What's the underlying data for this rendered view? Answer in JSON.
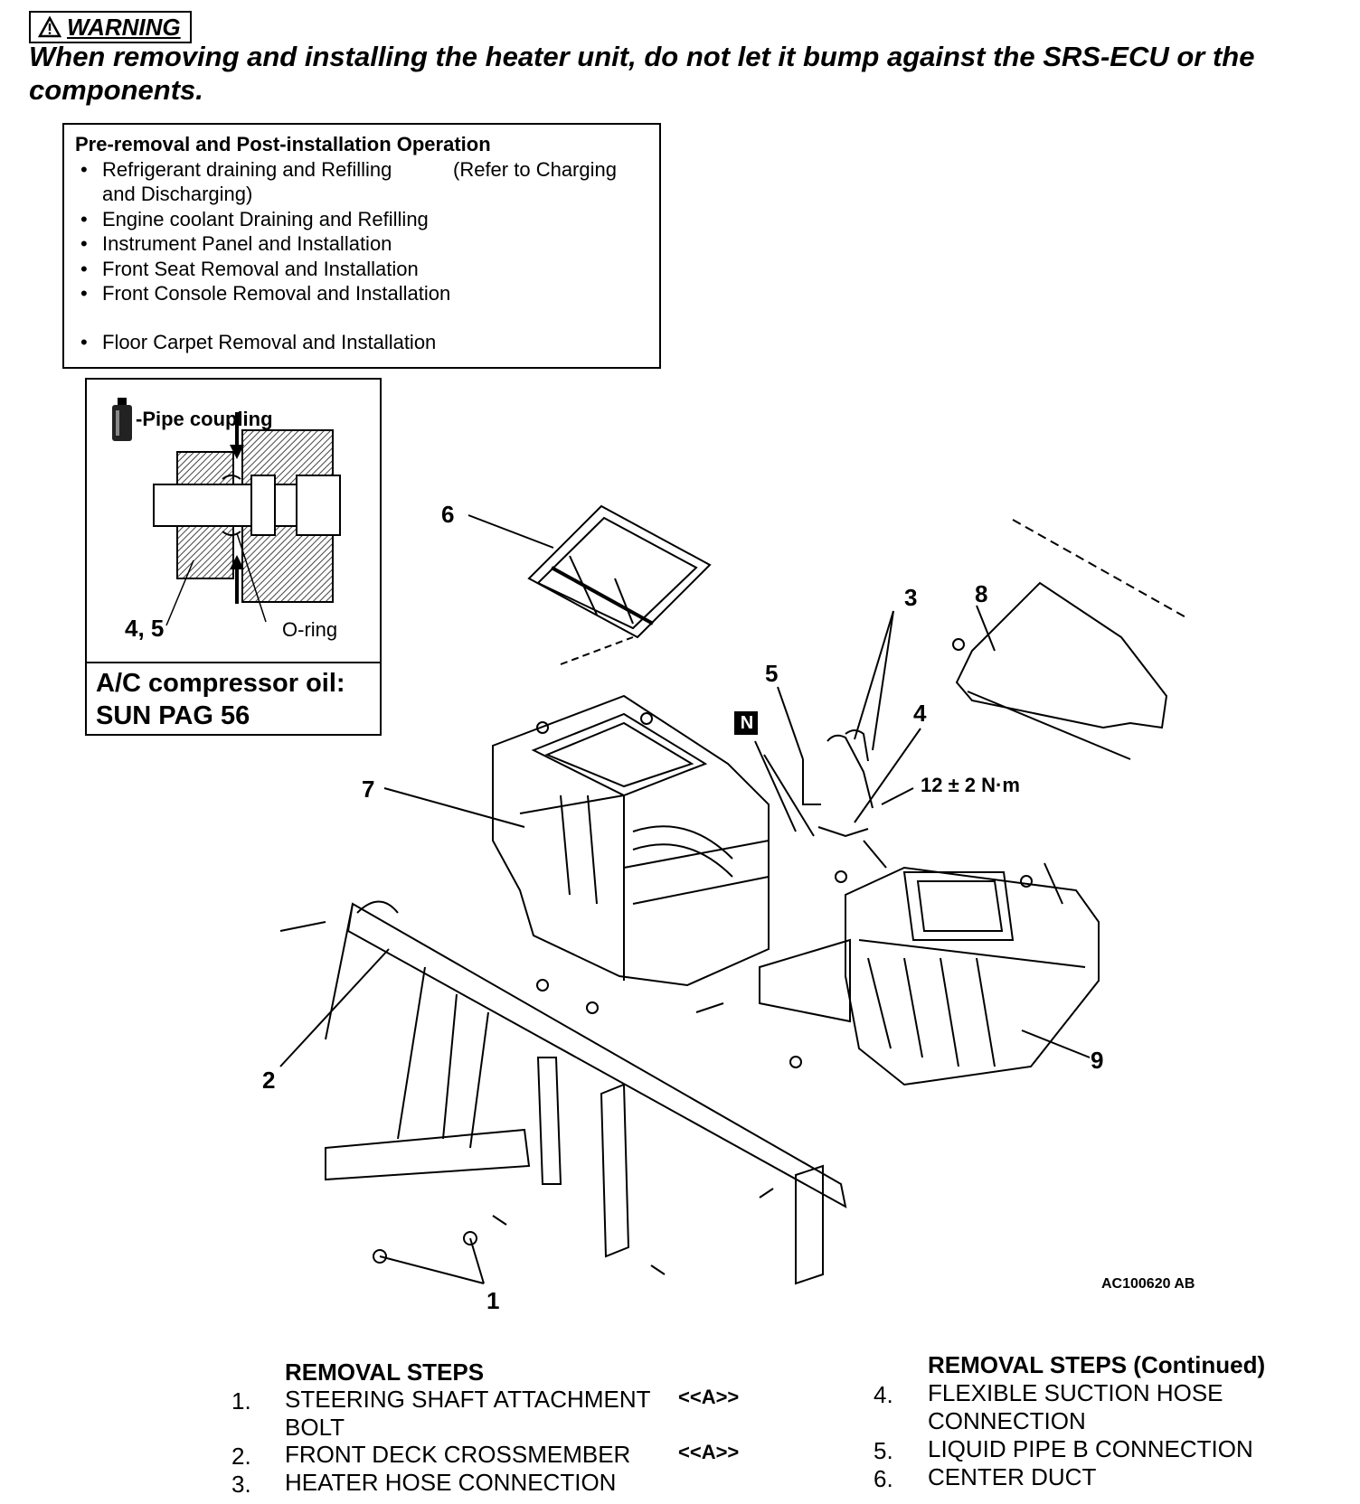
{
  "warning": {
    "label": "WARNING",
    "text": "When removing and installing the heater unit, do not let it bump against the SRS-ECU or the components."
  },
  "pre_removal": {
    "heading": "Pre-removal and Post-installation Operation",
    "items": [
      {
        "text": "Refrigerant draining and Refilling",
        "ref": "(Refer to Charging"
      },
      {
        "text": "and Discharging)"
      },
      {
        "text": "Engine coolant Draining and Refilling"
      },
      {
        "text": "Instrument Panel and Installation"
      },
      {
        "text": "Front Seat Removal and Installation"
      },
      {
        "text": "Front Console Removal and Installation"
      },
      {
        "text": "Floor Carpet Removal and Installation"
      }
    ]
  },
  "pipe_coupling": {
    "title": "-Pipe coupling",
    "callout_parts": "4, 5",
    "callout_oring": "O-ring",
    "oil_line1": "A/C compressor oil:",
    "oil_line2": "SUN PAG 56",
    "icon": "oil-can-icon"
  },
  "diagram": {
    "callouts": [
      "6",
      "3",
      "8",
      "5",
      "4",
      "7",
      "2",
      "9",
      "1"
    ],
    "torque": "12 ± 2 N·m",
    "n_mark": "N",
    "code": "AC100620 AB"
  },
  "removal_steps": {
    "heading": "REMOVAL STEPS",
    "heading_continued": "REMOVAL STEPS (Continued)",
    "left": [
      {
        "num": "1.",
        "line1": "STEERING SHAFT ATTACHMENT",
        "line2": "BOLT",
        "tag": "<<A>>"
      },
      {
        "num": "2.",
        "line1": "FRONT DECK CROSSMEMBER",
        "tag": "<<A>>"
      },
      {
        "num": "3.",
        "line1": "HEATER HOSE CONNECTION"
      }
    ],
    "right": [
      {
        "num": "4.",
        "line1": "FLEXIBLE SUCTION HOSE",
        "line2": "CONNECTION"
      },
      {
        "num": "5.",
        "line1": "LIQUID PIPE B CONNECTION"
      },
      {
        "num": "6.",
        "line1": "CENTER DUCT"
      }
    ]
  }
}
